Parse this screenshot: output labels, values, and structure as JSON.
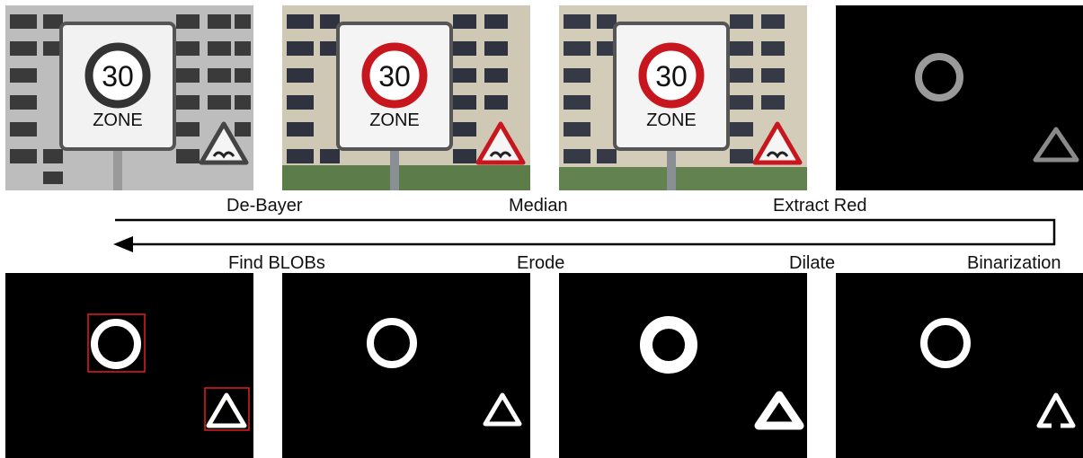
{
  "steps_top": [
    "De-Bayer",
    "Median",
    "Extract Red"
  ],
  "steps_bottom": [
    "Find BLOBs",
    "Erode",
    "Dilate",
    "Binarization"
  ],
  "sign": {
    "number": "30",
    "word": "ZONE"
  },
  "colors": {
    "sign_red": "#c8161e",
    "sky": "#7fb0e0",
    "building": "#ccc6b4",
    "blob_box": "#e02020"
  }
}
